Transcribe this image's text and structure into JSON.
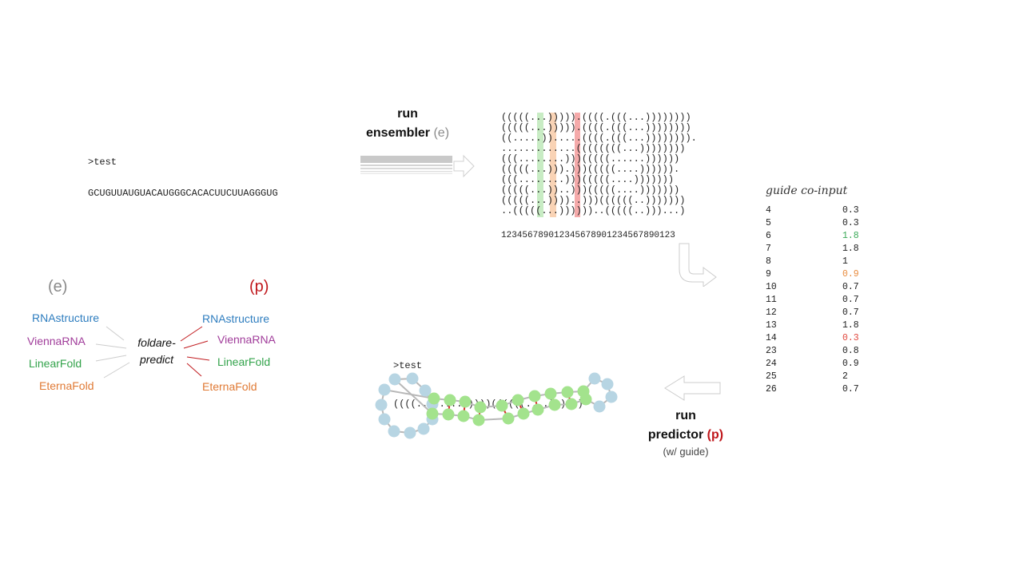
{
  "input": {
    "header": ">test",
    "sequence": "GCUGUUAUGUACAUGGGCACACUUCUUAGGGUG"
  },
  "ensembler": {
    "run_word": "run",
    "name": "ensembler",
    "tag": "(e)"
  },
  "ensemble": {
    "structures": [
      "(((((...))))).((((.(((...))))))))",
      "(((((...))))).((((.(((...))))))))",
      "((.....)).....((((.(((...)))))))).",
      ".............((((((((...))))))))",
      "(((........)))(((((......)))))) ",
      "(((((...))).)))(((((....)))))).",
      "(((........)))(((((....))))))) ",
      "(((((...))..)))(((((....)))))))",
      "(((((...))))..)))((((((..)))))))",
      "..(((((...))))))..(((((..)))...)"
    ],
    "index_line": "123456789012345678901234567890123",
    "highlight_colors": [
      "#c8ecc4",
      "#f9d3b5",
      "#f5aaaa"
    ]
  },
  "guide": {
    "title": "guide co-input",
    "rows": [
      {
        "pos": "4",
        "val": "0.3",
        "color": "#222222"
      },
      {
        "pos": "5",
        "val": "0.3",
        "color": "#222222"
      },
      {
        "pos": "6",
        "val": "1.8",
        "color": "#3aa957"
      },
      {
        "pos": "7",
        "val": "1.8",
        "color": "#222222"
      },
      {
        "pos": "8",
        "val": "1",
        "color": "#222222"
      },
      {
        "pos": "9",
        "val": "0.9",
        "color": "#e88a3c"
      },
      {
        "pos": "10",
        "val": "0.7",
        "color": "#222222"
      },
      {
        "pos": "11",
        "val": "0.7",
        "color": "#222222"
      },
      {
        "pos": "12",
        "val": "0.7",
        "color": "#222222"
      },
      {
        "pos": "13",
        "val": "1.8",
        "color": "#222222"
      },
      {
        "pos": "14",
        "val": "0.3",
        "color": "#e0463c"
      },
      {
        "pos": "23",
        "val": "0.8",
        "color": "#222222"
      },
      {
        "pos": "24",
        "val": "0.9",
        "color": "#222222"
      },
      {
        "pos": "25",
        "val": "2",
        "color": "#222222"
      },
      {
        "pos": "26",
        "val": "0.7",
        "color": "#222222"
      }
    ]
  },
  "predictor": {
    "run_word": "run",
    "name": "predictor",
    "tag": "(p)",
    "note": "(w/ guide)"
  },
  "output": {
    "header": ">test",
    "structure": "((((.........))))((((((....))))))"
  },
  "tools": {
    "e_tag": "(e)",
    "p_tag": "(p)",
    "center_line1": "foldare-",
    "center_line2": "predict",
    "left": [
      {
        "name": "RNAstructure",
        "color": "#2e7dbf"
      },
      {
        "name": "ViennaRNA",
        "color": "#a03c9a"
      },
      {
        "name": "LinearFold",
        "color": "#33a34b"
      },
      {
        "name": "EternaFold",
        "color": "#e07a35"
      }
    ],
    "right": [
      {
        "name": "RNAstructure",
        "color": "#2e7dbf"
      },
      {
        "name": "ViennaRNA",
        "color": "#a03c9a"
      },
      {
        "name": "LinearFold",
        "color": "#33a34b"
      },
      {
        "name": "EternaFold",
        "color": "#e07a35"
      }
    ]
  },
  "colors": {
    "e_tag": "#8a8a8a",
    "p_tag": "#c0181c",
    "unpaired_node": "#b7d5e3",
    "paired_node": "#a3e38d",
    "bond": "#d9302b"
  }
}
